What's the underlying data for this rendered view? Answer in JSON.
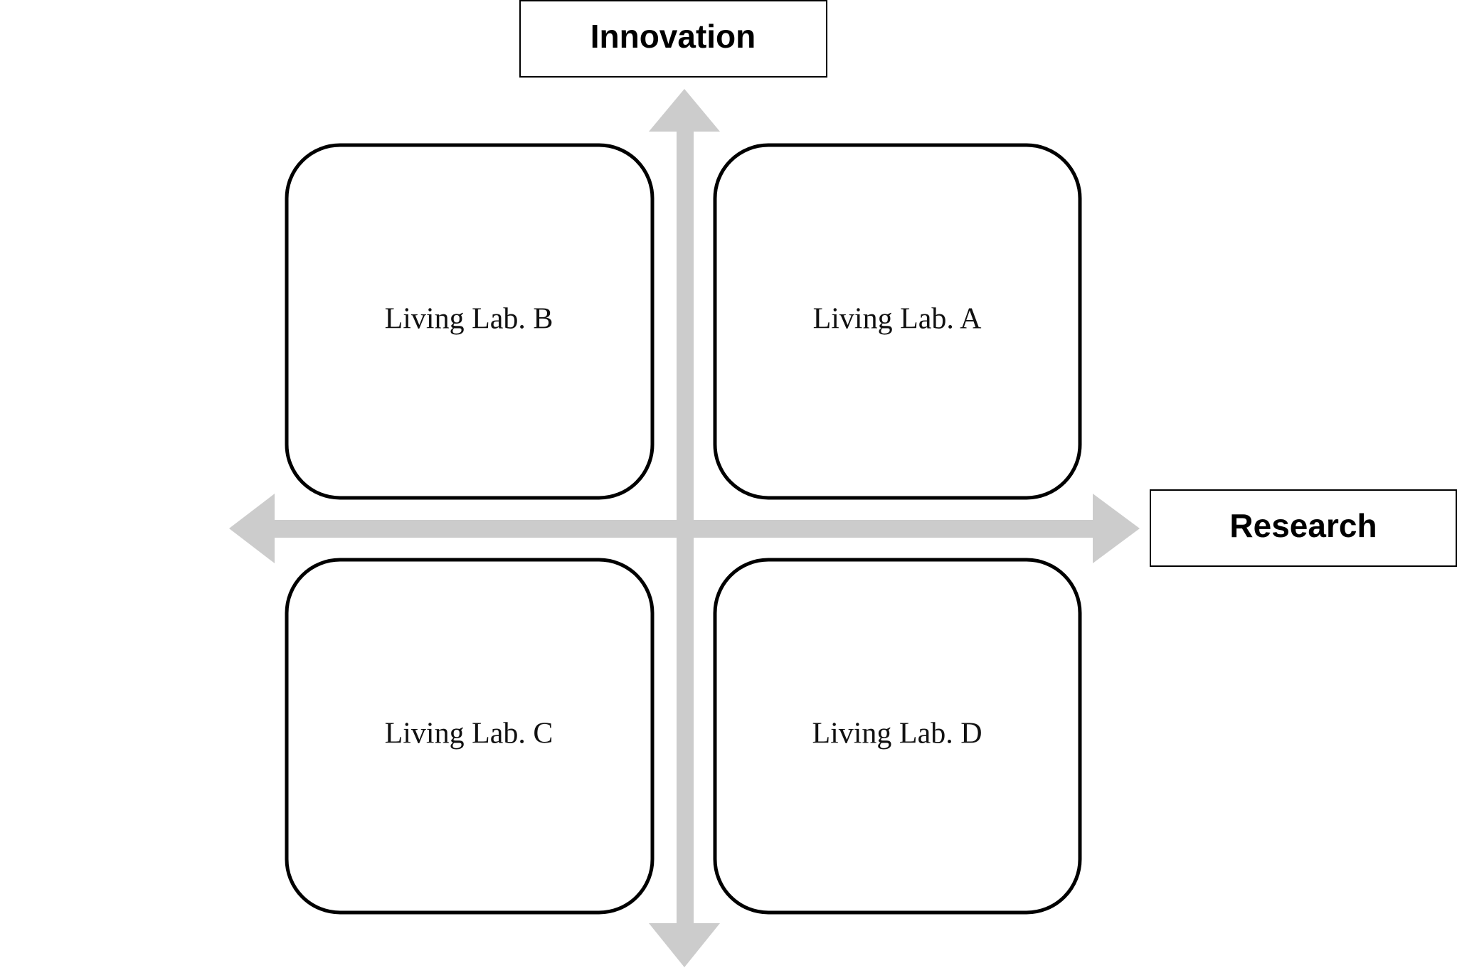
{
  "diagram": {
    "axes": {
      "vertical_label": "Innovation",
      "horizontal_label": "Research",
      "arrow_color": "#cccccc"
    },
    "quadrants": {
      "top_left": "Living Lab. B",
      "top_right": "Living Lab. A",
      "bottom_left": "Living Lab. C",
      "bottom_right": "Living Lab. D"
    },
    "colors": {
      "box_border": "#000000",
      "background": "#ffffff"
    }
  }
}
